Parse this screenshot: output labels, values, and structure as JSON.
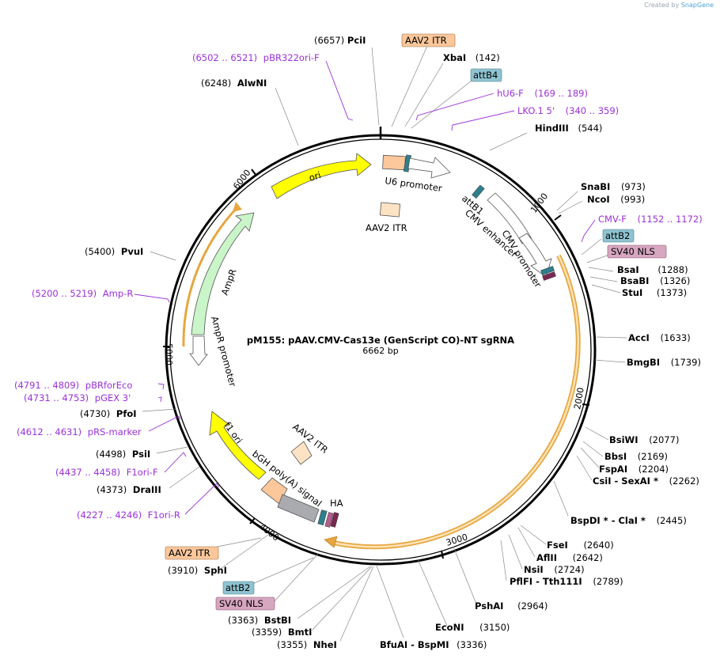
{
  "credit": {
    "prefix": "Created by",
    "brand": "SnapGene"
  },
  "plasmid": {
    "name": "pM155: pAAV.CMV-Cas13e (GenScript CO)-NT sgRNA",
    "size_label": "6662 bp",
    "length": 6662
  },
  "colors": {
    "enzyme": "#000000",
    "primer": "#9b30d9",
    "itr": "#fbc79b",
    "att": "#8fc3d1",
    "nls": "#d7a7c0",
    "arrow_outline": "#555555",
    "ori": "#ffff00",
    "ampr": "#c9f5c9",
    "cas13": "#f3b14a",
    "polya": "#a9abaf"
  },
  "tick_labels": [
    "1000",
    "2000",
    "3000",
    "4000",
    "5000",
    "6000"
  ],
  "enzymes": [
    {
      "name": "PciI",
      "pos": "(6657)"
    },
    {
      "name": "XbaI",
      "pos": "(142)"
    },
    {
      "name": "HindIII",
      "pos": "(544)"
    },
    {
      "name": "SnaBI",
      "pos": "(973)"
    },
    {
      "name": "NcoI",
      "pos": "(993)"
    },
    {
      "name": "BsaI",
      "pos": "(1288)"
    },
    {
      "name": "BsaBI",
      "pos": "(1326)"
    },
    {
      "name": "StuI",
      "pos": "(1373)"
    },
    {
      "name": "AccI",
      "pos": "(1633)"
    },
    {
      "name": "BmgBI",
      "pos": "(1739)"
    },
    {
      "name": "BsiWI",
      "pos": "(2077)"
    },
    {
      "name": "BbsI",
      "pos": "(2169)"
    },
    {
      "name": "FspAI",
      "pos": "(2204)"
    },
    {
      "name": "CsiI  - SexAI *",
      "pos": "(2262)"
    },
    {
      "name": "BspDI * - ClaI *",
      "pos": "(2445)"
    },
    {
      "name": "FseI",
      "pos": "(2640)"
    },
    {
      "name": "AflII",
      "pos": "(2642)"
    },
    {
      "name": "NsiI",
      "pos": "(2724)"
    },
    {
      "name": "PflFI  - Tth111I",
      "pos": "(2789)"
    },
    {
      "name": "PshAI",
      "pos": "(2964)"
    },
    {
      "name": "EcoNI",
      "pos": "(3150)"
    },
    {
      "name": "BfuAI  - BspMI",
      "pos": "(3336)"
    },
    {
      "name": "NheI",
      "pos": "(3355)"
    },
    {
      "name": "BmtI",
      "pos": "(3359)"
    },
    {
      "name": "BstBI",
      "pos": "(3363)"
    },
    {
      "name": "SphI",
      "pos": "(3910)"
    },
    {
      "name": "DraIII",
      "pos": "(4373)"
    },
    {
      "name": "PsiI",
      "pos": "(4498)"
    },
    {
      "name": "PfoI",
      "pos": "(4730)"
    },
    {
      "name": "PvuI",
      "pos": "(5400)"
    },
    {
      "name": "AlwNI",
      "pos": "(6248)"
    }
  ],
  "primers": [
    {
      "name": "pBR322ori-F",
      "range": "(6502 .. 6521)"
    },
    {
      "name": "hU6-F",
      "range": "(169 .. 189)"
    },
    {
      "name": "LKO.1 5'",
      "range": "(340 .. 359)"
    },
    {
      "name": "CMV-F",
      "range": "(1152 .. 1172)"
    },
    {
      "name": "Amp-R",
      "range": "(5200 .. 5219)"
    },
    {
      "name": "pBRforEco",
      "range": "(4791 .. 4809)"
    },
    {
      "name": "pGEX 3'",
      "range": "(4731 .. 4753)"
    },
    {
      "name": "pRS-marker",
      "range": "(4612 .. 4631)"
    },
    {
      "name": "F1ori-F",
      "range": "(4437 .. 4458)"
    },
    {
      "name": "F1ori-R",
      "range": "(4227 .. 4246)"
    }
  ],
  "feature_boxes": [
    {
      "name": "AAV2 ITR",
      "kind": "itr"
    },
    {
      "name": "attB4",
      "kind": "att"
    },
    {
      "name": "attB2",
      "kind": "att"
    },
    {
      "name": "SV40 NLS",
      "kind": "nls"
    },
    {
      "name": "AAV2 ITR",
      "kind": "itr"
    },
    {
      "name": "attB2",
      "kind": "att"
    },
    {
      "name": "SV40 NLS",
      "kind": "nls"
    }
  ],
  "feature_labels": {
    "u6": "U6 promoter",
    "itr_top": "AAV2 ITR",
    "attb1": "attB1",
    "cmv_enh": "CMV enhancer",
    "cmv_prom": "CMV promoter",
    "ori": "ori",
    "ampr": "AmpR",
    "ampr_prom": "AmpR promoter",
    "f1": "f1 ori",
    "itr_bottom": "AAV2 ITR",
    "bgh": "bGH poly(A) signal",
    "ha": "HA"
  }
}
